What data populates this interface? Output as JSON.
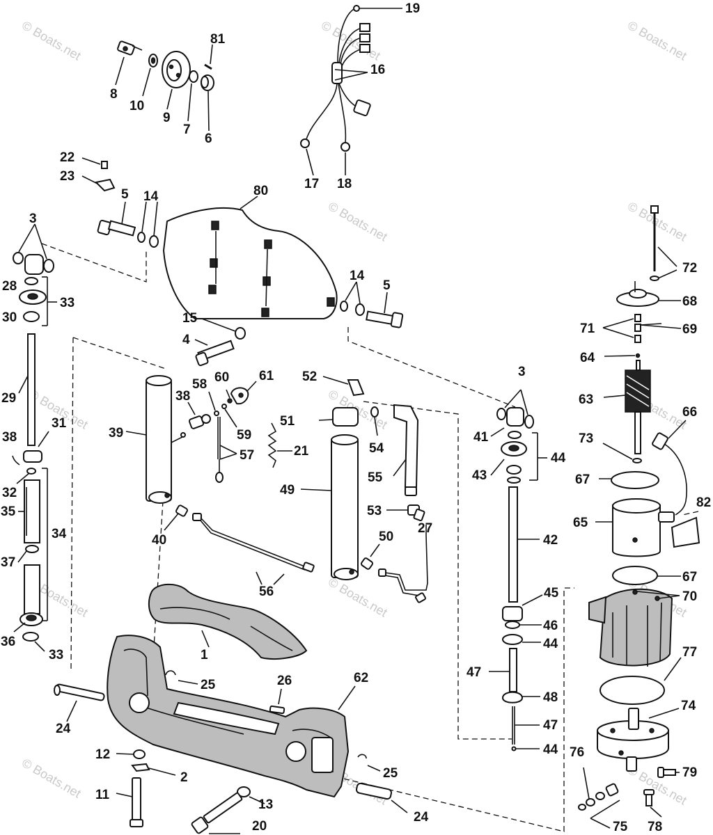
{
  "watermark": "© Boats.net",
  "callouts": [
    {
      "id": "c1",
      "text": "1"
    },
    {
      "id": "c2",
      "text": "2"
    },
    {
      "id": "c3a",
      "text": "3"
    },
    {
      "id": "c3b",
      "text": "3"
    },
    {
      "id": "c4",
      "text": "4"
    },
    {
      "id": "c5a",
      "text": "5"
    },
    {
      "id": "c5b",
      "text": "5"
    },
    {
      "id": "c6",
      "text": "6"
    },
    {
      "id": "c7",
      "text": "7"
    },
    {
      "id": "c8",
      "text": "8"
    },
    {
      "id": "c9",
      "text": "9"
    },
    {
      "id": "c10",
      "text": "10"
    },
    {
      "id": "c11",
      "text": "11"
    },
    {
      "id": "c12",
      "text": "12"
    },
    {
      "id": "c13",
      "text": "13"
    },
    {
      "id": "c14a",
      "text": "14"
    },
    {
      "id": "c14b",
      "text": "14"
    },
    {
      "id": "c15",
      "text": "15"
    },
    {
      "id": "c16",
      "text": "16"
    },
    {
      "id": "c17",
      "text": "17"
    },
    {
      "id": "c18",
      "text": "18"
    },
    {
      "id": "c19",
      "text": "19"
    },
    {
      "id": "c20",
      "text": "20"
    },
    {
      "id": "c21",
      "text": "21"
    },
    {
      "id": "c22",
      "text": "22"
    },
    {
      "id": "c23",
      "text": "23"
    },
    {
      "id": "c24a",
      "text": "24"
    },
    {
      "id": "c24b",
      "text": "24"
    },
    {
      "id": "c25a",
      "text": "25"
    },
    {
      "id": "c25b",
      "text": "25"
    },
    {
      "id": "c26",
      "text": "26"
    },
    {
      "id": "c27",
      "text": "27"
    },
    {
      "id": "c28",
      "text": "28"
    },
    {
      "id": "c29",
      "text": "29"
    },
    {
      "id": "c30",
      "text": "30"
    },
    {
      "id": "c31",
      "text": "31"
    },
    {
      "id": "c32",
      "text": "32"
    },
    {
      "id": "c33a",
      "text": "33"
    },
    {
      "id": "c33b",
      "text": "33"
    },
    {
      "id": "c34",
      "text": "34"
    },
    {
      "id": "c35",
      "text": "35"
    },
    {
      "id": "c36",
      "text": "36"
    },
    {
      "id": "c37",
      "text": "37"
    },
    {
      "id": "c38a",
      "text": "38"
    },
    {
      "id": "c38b",
      "text": "38"
    },
    {
      "id": "c39",
      "text": "39"
    },
    {
      "id": "c40",
      "text": "40"
    },
    {
      "id": "c41",
      "text": "41"
    },
    {
      "id": "c42",
      "text": "42"
    },
    {
      "id": "c43",
      "text": "43"
    },
    {
      "id": "c44a",
      "text": "44"
    },
    {
      "id": "c44b",
      "text": "44"
    },
    {
      "id": "c44c",
      "text": "44"
    },
    {
      "id": "c45",
      "text": "45"
    },
    {
      "id": "c46",
      "text": "46"
    },
    {
      "id": "c47a",
      "text": "47"
    },
    {
      "id": "c47b",
      "text": "47"
    },
    {
      "id": "c48",
      "text": "48"
    },
    {
      "id": "c49",
      "text": "49"
    },
    {
      "id": "c50",
      "text": "50"
    },
    {
      "id": "c51",
      "text": "51"
    },
    {
      "id": "c52",
      "text": "52"
    },
    {
      "id": "c53",
      "text": "53"
    },
    {
      "id": "c54",
      "text": "54"
    },
    {
      "id": "c55",
      "text": "55"
    },
    {
      "id": "c56",
      "text": "56"
    },
    {
      "id": "c57",
      "text": "57"
    },
    {
      "id": "c58",
      "text": "58"
    },
    {
      "id": "c59",
      "text": "59"
    },
    {
      "id": "c60",
      "text": "60"
    },
    {
      "id": "c61",
      "text": "61"
    },
    {
      "id": "c62",
      "text": "62"
    },
    {
      "id": "c63",
      "text": "63"
    },
    {
      "id": "c64",
      "text": "64"
    },
    {
      "id": "c65",
      "text": "65"
    },
    {
      "id": "c66",
      "text": "66"
    },
    {
      "id": "c67a",
      "text": "67"
    },
    {
      "id": "c67b",
      "text": "67"
    },
    {
      "id": "c68",
      "text": "68"
    },
    {
      "id": "c69",
      "text": "69"
    },
    {
      "id": "c70",
      "text": "70"
    },
    {
      "id": "c71",
      "text": "71"
    },
    {
      "id": "c72",
      "text": "72"
    },
    {
      "id": "c73",
      "text": "73"
    },
    {
      "id": "c74",
      "text": "74"
    },
    {
      "id": "c75",
      "text": "75"
    },
    {
      "id": "c76",
      "text": "76"
    },
    {
      "id": "c77",
      "text": "77"
    },
    {
      "id": "c78",
      "text": "78"
    },
    {
      "id": "c79",
      "text": "79"
    },
    {
      "id": "c80",
      "text": "80"
    },
    {
      "id": "c81",
      "text": "81"
    },
    {
      "id": "c82",
      "text": "82"
    }
  ]
}
